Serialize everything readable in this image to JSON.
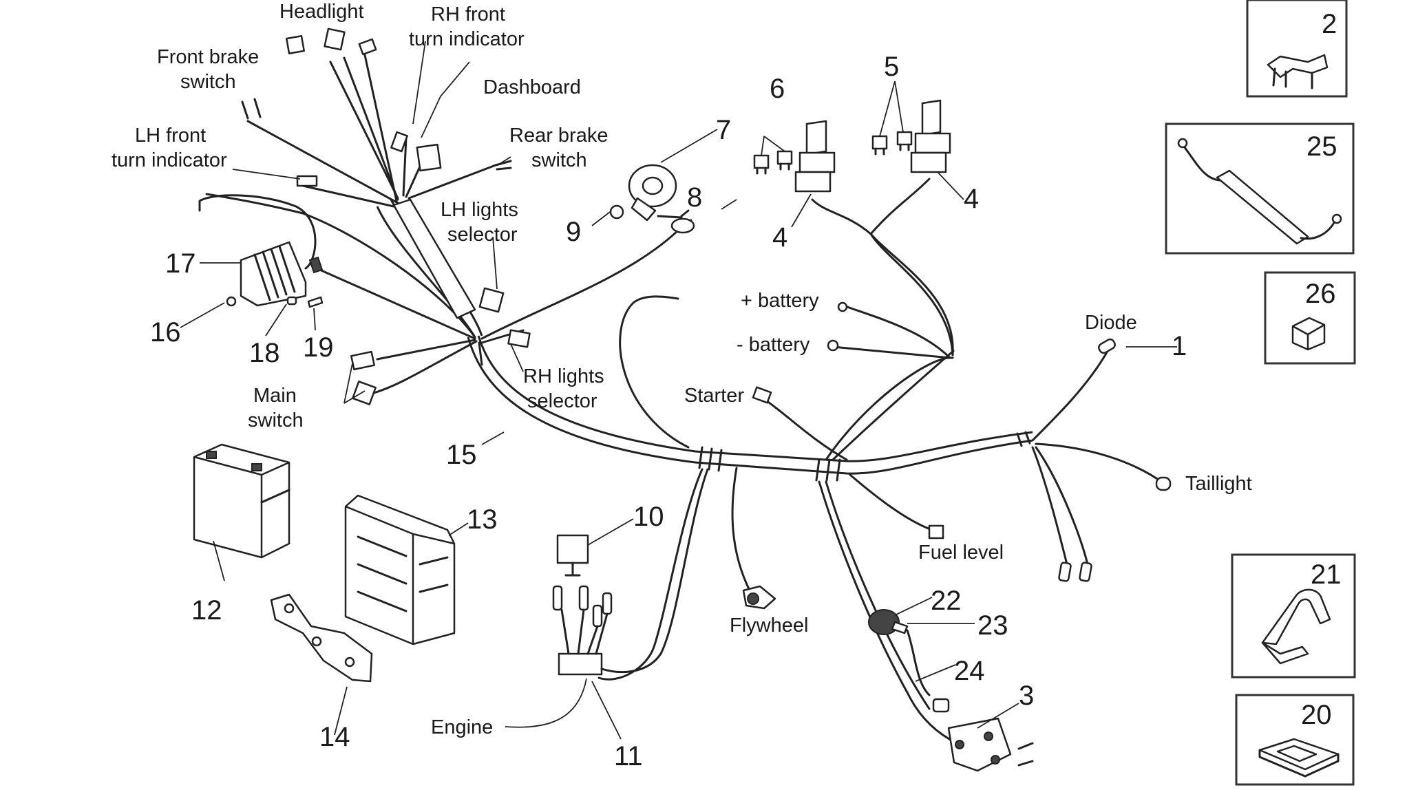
{
  "labels": {
    "headlight": "Headlight",
    "rh_front_turn_1": "RH front",
    "rh_front_turn_2": "turn indicator",
    "front_brake_1": "Front brake",
    "front_brake_2": "switch",
    "dashboard": "Dashboard",
    "rear_brake_1": "Rear brake",
    "rear_brake_2": "switch",
    "lh_front_turn_1": "LH front",
    "lh_front_turn_2": "turn indicator",
    "lh_lights_1": "LH lights",
    "lh_lights_2": "selector",
    "rh_lights_1": "RH lights",
    "rh_lights_2": "selector",
    "main_switch_1": "Main",
    "main_switch_2": "switch",
    "plus_battery": "+  battery",
    "minus_battery": "-  battery",
    "starter": "Starter",
    "diode": "Diode",
    "taillight": "Taillight",
    "fuel_level": "Fuel level",
    "flywheel": "Flywheel",
    "engine": "Engine"
  },
  "numbers": {
    "n1": "1",
    "n2": "2",
    "n3": "3",
    "n4a": "4",
    "n4b": "4",
    "n5": "5",
    "n6": "6",
    "n7": "7",
    "n8": "8",
    "n9": "9",
    "n10": "10",
    "n11": "11",
    "n12": "12",
    "n13": "13",
    "n14": "14",
    "n15": "15",
    "n16": "16",
    "n17": "17",
    "n18": "18",
    "n19": "19",
    "n20": "20",
    "n21": "21",
    "n22": "22",
    "n23": "23",
    "n24": "24",
    "n25": "25",
    "n26": "26"
  }
}
